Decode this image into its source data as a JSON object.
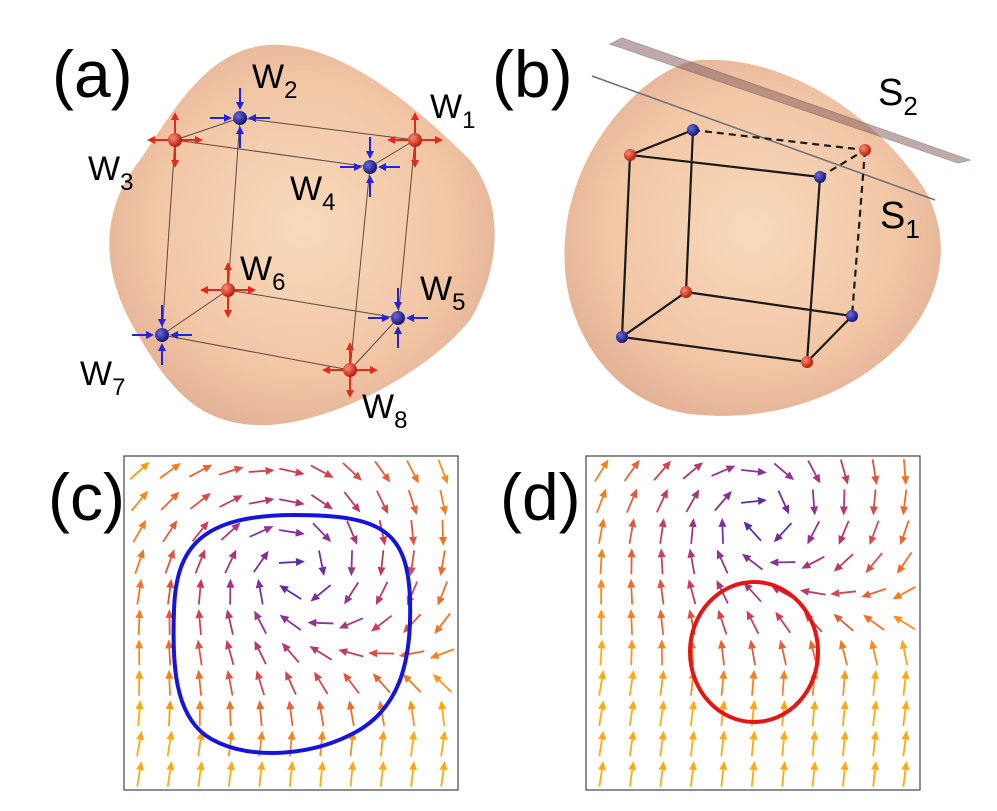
{
  "panels": {
    "a": {
      "label": "(a)"
    },
    "b": {
      "label": "(b)"
    },
    "c": {
      "label": "(c)"
    },
    "d": {
      "label": "(d)"
    }
  },
  "weyl_points": [
    {
      "base": "W",
      "sub": "1",
      "charge": "source",
      "color": "#d42a1e"
    },
    {
      "base": "W",
      "sub": "2",
      "charge": "sink",
      "color": "#1a1a8c"
    },
    {
      "base": "W",
      "sub": "3",
      "charge": "source",
      "color": "#d42a1e"
    },
    {
      "base": "W",
      "sub": "4",
      "charge": "sink",
      "color": "#1a1a8c"
    },
    {
      "base": "W",
      "sub": "5",
      "charge": "sink",
      "color": "#1a1a8c"
    },
    {
      "base": "W",
      "sub": "6",
      "charge": "source",
      "color": "#d42a1e"
    },
    {
      "base": "W",
      "sub": "7",
      "charge": "sink",
      "color": "#1a1a8c"
    },
    {
      "base": "W",
      "sub": "8",
      "charge": "source",
      "color": "#d42a1e"
    }
  ],
  "planes": [
    {
      "base": "S",
      "sub": "2"
    },
    {
      "base": "S",
      "sub": "1"
    }
  ],
  "colors": {
    "surface": "#f2c9a5",
    "source": "#d42a1e",
    "sink": "#1a1a8c",
    "loop_c": "#1414e0",
    "loop_d": "#e81414",
    "plane": "#8a6668"
  },
  "icons": {
    "source_arrow": "arrow-outward-icon",
    "sink_arrow": "arrow-inward-icon"
  }
}
